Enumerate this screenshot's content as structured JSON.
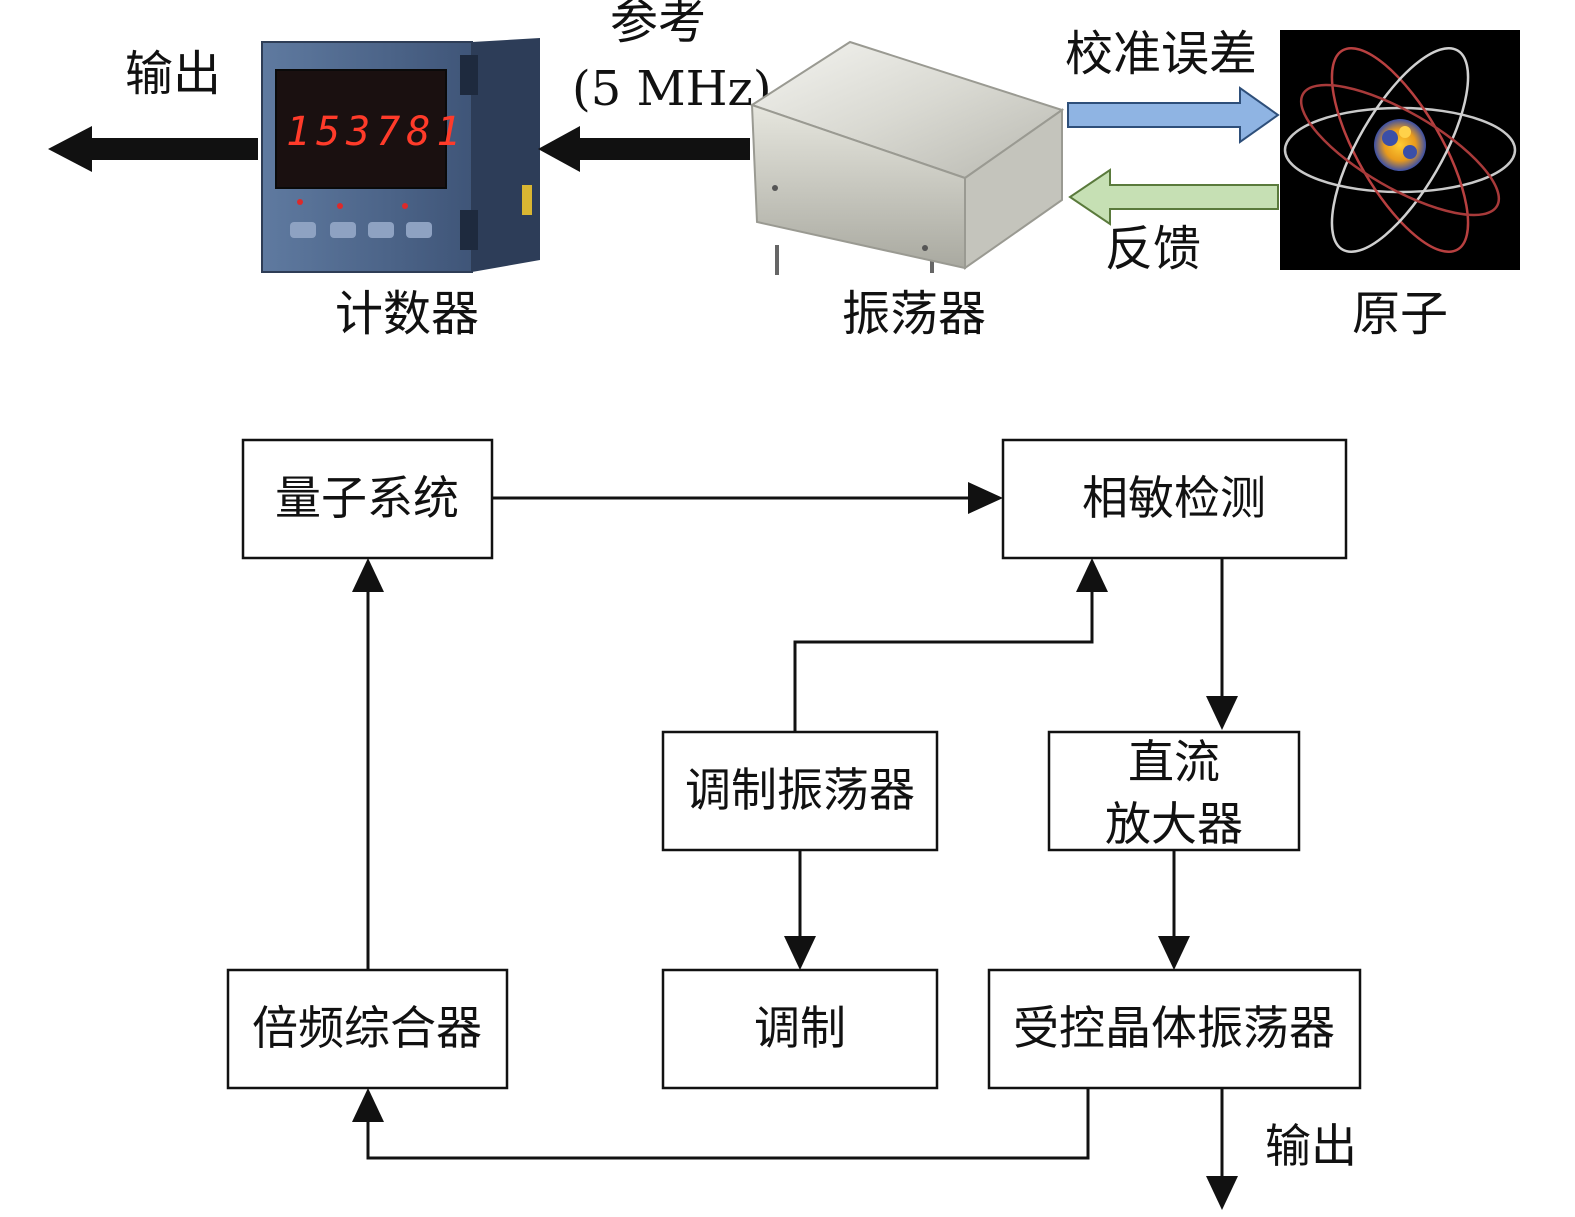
{
  "top": {
    "output_label": "输出",
    "reference_label": "参考",
    "reference_freq": "(5 MHz)",
    "calibration_label": "校准误差",
    "feedback_label": "反馈",
    "counter_label": "计数器",
    "oscillator_label": "振荡器",
    "atom_label": "原子",
    "counter_display": "153781",
    "colors": {
      "calibration_arrow": "#8fb4e3",
      "feedback_arrow": "#c6e0b4",
      "display": "#ff3b2a"
    }
  },
  "bottom": {
    "quantum_system": "量子系统",
    "phase_detect": "相敏检测",
    "mod_oscillator": "调制振荡器",
    "dc_amp_line1": "直流",
    "dc_amp_line2": "放大器",
    "freq_synth": "倍频综合器",
    "modulation": "调制",
    "vcxo": "受控晶体振荡器",
    "output_label": "输出"
  }
}
